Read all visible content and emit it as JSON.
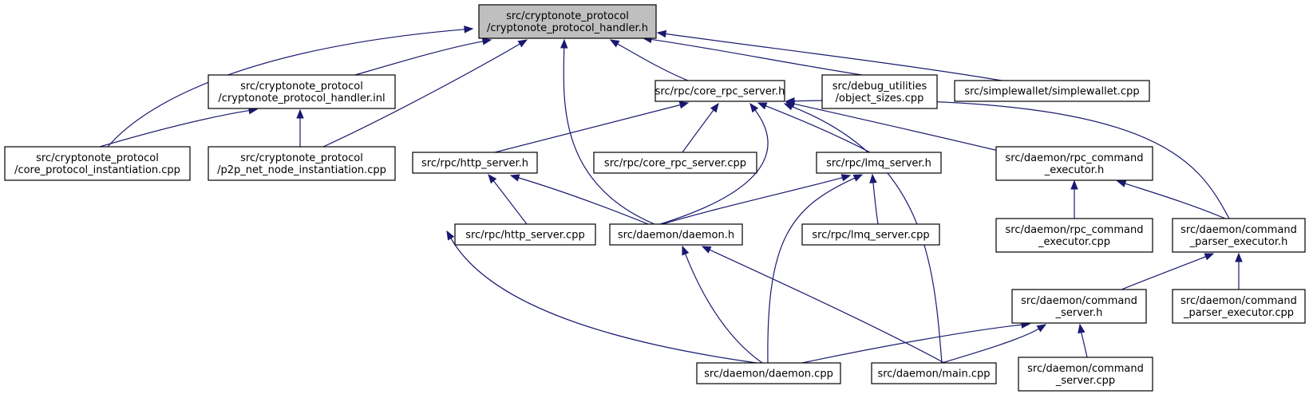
{
  "nodes": [
    {
      "id": "handler_h",
      "lines": [
        "src/cryptonote_protocol",
        "/cryptonote_protocol_handler.h"
      ],
      "focus": true
    },
    {
      "id": "handler_inl",
      "lines": [
        "src/cryptonote_protocol",
        "/cryptonote_protocol_handler.inl"
      ]
    },
    {
      "id": "core_rpc_h",
      "lines": [
        "src/rpc/core_rpc_server.h"
      ]
    },
    {
      "id": "object_sizes",
      "lines": [
        "src/debug_utilities",
        "/object_sizes.cpp"
      ]
    },
    {
      "id": "simplewallet",
      "lines": [
        "src/simplewallet/simplewallet.cpp"
      ]
    },
    {
      "id": "core_proto_inst",
      "lines": [
        "src/cryptonote_protocol",
        "/core_protocol_instantiation.cpp"
      ]
    },
    {
      "id": "p2p_inst",
      "lines": [
        "src/cryptonote_protocol",
        "/p2p_net_node_instantiation.cpp"
      ]
    },
    {
      "id": "http_h",
      "lines": [
        "src/rpc/http_server.h"
      ]
    },
    {
      "id": "core_rpc_cpp",
      "lines": [
        "src/rpc/core_rpc_server.cpp"
      ]
    },
    {
      "id": "lmq_h",
      "lines": [
        "src/rpc/lmq_server.h"
      ]
    },
    {
      "id": "rpc_exec_h",
      "lines": [
        "src/daemon/rpc_command",
        "_executor.h"
      ]
    },
    {
      "id": "http_cpp",
      "lines": [
        "src/rpc/http_server.cpp"
      ]
    },
    {
      "id": "daemon_h",
      "lines": [
        "src/daemon/daemon.h"
      ]
    },
    {
      "id": "lmq_cpp",
      "lines": [
        "src/rpc/lmq_server.cpp"
      ]
    },
    {
      "id": "rpc_exec_cpp",
      "lines": [
        "src/daemon/rpc_command",
        "_executor.cpp"
      ]
    },
    {
      "id": "parser_h",
      "lines": [
        "src/daemon/command",
        "_parser_executor.h"
      ]
    },
    {
      "id": "cmd_server_h",
      "lines": [
        "src/daemon/command",
        "_server.h"
      ]
    },
    {
      "id": "parser_cpp",
      "lines": [
        "src/daemon/command",
        "_parser_executor.cpp"
      ]
    },
    {
      "id": "daemon_cpp",
      "lines": [
        "src/daemon/daemon.cpp"
      ]
    },
    {
      "id": "main_cpp",
      "lines": [
        "src/daemon/main.cpp"
      ]
    },
    {
      "id": "cmd_server_cpp",
      "lines": [
        "src/daemon/command",
        "_server.cpp"
      ]
    }
  ],
  "edges": [
    {
      "from": "core_proto_inst",
      "to": "handler_h"
    },
    {
      "from": "handler_inl",
      "to": "handler_h"
    },
    {
      "from": "p2p_inst",
      "to": "handler_h"
    },
    {
      "from": "daemon_h",
      "to": "handler_h"
    },
    {
      "from": "core_rpc_h",
      "to": "handler_h"
    },
    {
      "from": "object_sizes",
      "to": "handler_h"
    },
    {
      "from": "simplewallet",
      "to": "handler_h"
    },
    {
      "from": "core_proto_inst",
      "to": "handler_inl"
    },
    {
      "from": "p2p_inst",
      "to": "handler_inl"
    },
    {
      "from": "http_h",
      "to": "core_rpc_h"
    },
    {
      "from": "core_rpc_cpp",
      "to": "core_rpc_h"
    },
    {
      "from": "daemon_h",
      "to": "core_rpc_h"
    },
    {
      "from": "lmq_h",
      "to": "core_rpc_h"
    },
    {
      "from": "main_cpp",
      "to": "core_rpc_h"
    },
    {
      "from": "rpc_exec_h",
      "to": "core_rpc_h"
    },
    {
      "from": "parser_h",
      "to": "core_rpc_h"
    },
    {
      "from": "http_cpp",
      "to": "http_h"
    },
    {
      "from": "daemon_h",
      "to": "http_h"
    },
    {
      "from": "daemon_cpp",
      "to": "http_h"
    },
    {
      "from": "daemon_h",
      "to": "lmq_h"
    },
    {
      "from": "lmq_cpp",
      "to": "lmq_h"
    },
    {
      "from": "daemon_cpp",
      "to": "lmq_h"
    },
    {
      "from": "rpc_exec_cpp",
      "to": "rpc_exec_h"
    },
    {
      "from": "parser_h",
      "to": "rpc_exec_h"
    },
    {
      "from": "daemon_cpp",
      "to": "daemon_h"
    },
    {
      "from": "main_cpp",
      "to": "daemon_h"
    },
    {
      "from": "cmd_server_h",
      "to": "parser_h"
    },
    {
      "from": "parser_cpp",
      "to": "parser_h"
    },
    {
      "from": "daemon_cpp",
      "to": "cmd_server_h"
    },
    {
      "from": "main_cpp",
      "to": "cmd_server_h"
    },
    {
      "from": "cmd_server_cpp",
      "to": "cmd_server_h"
    }
  ]
}
